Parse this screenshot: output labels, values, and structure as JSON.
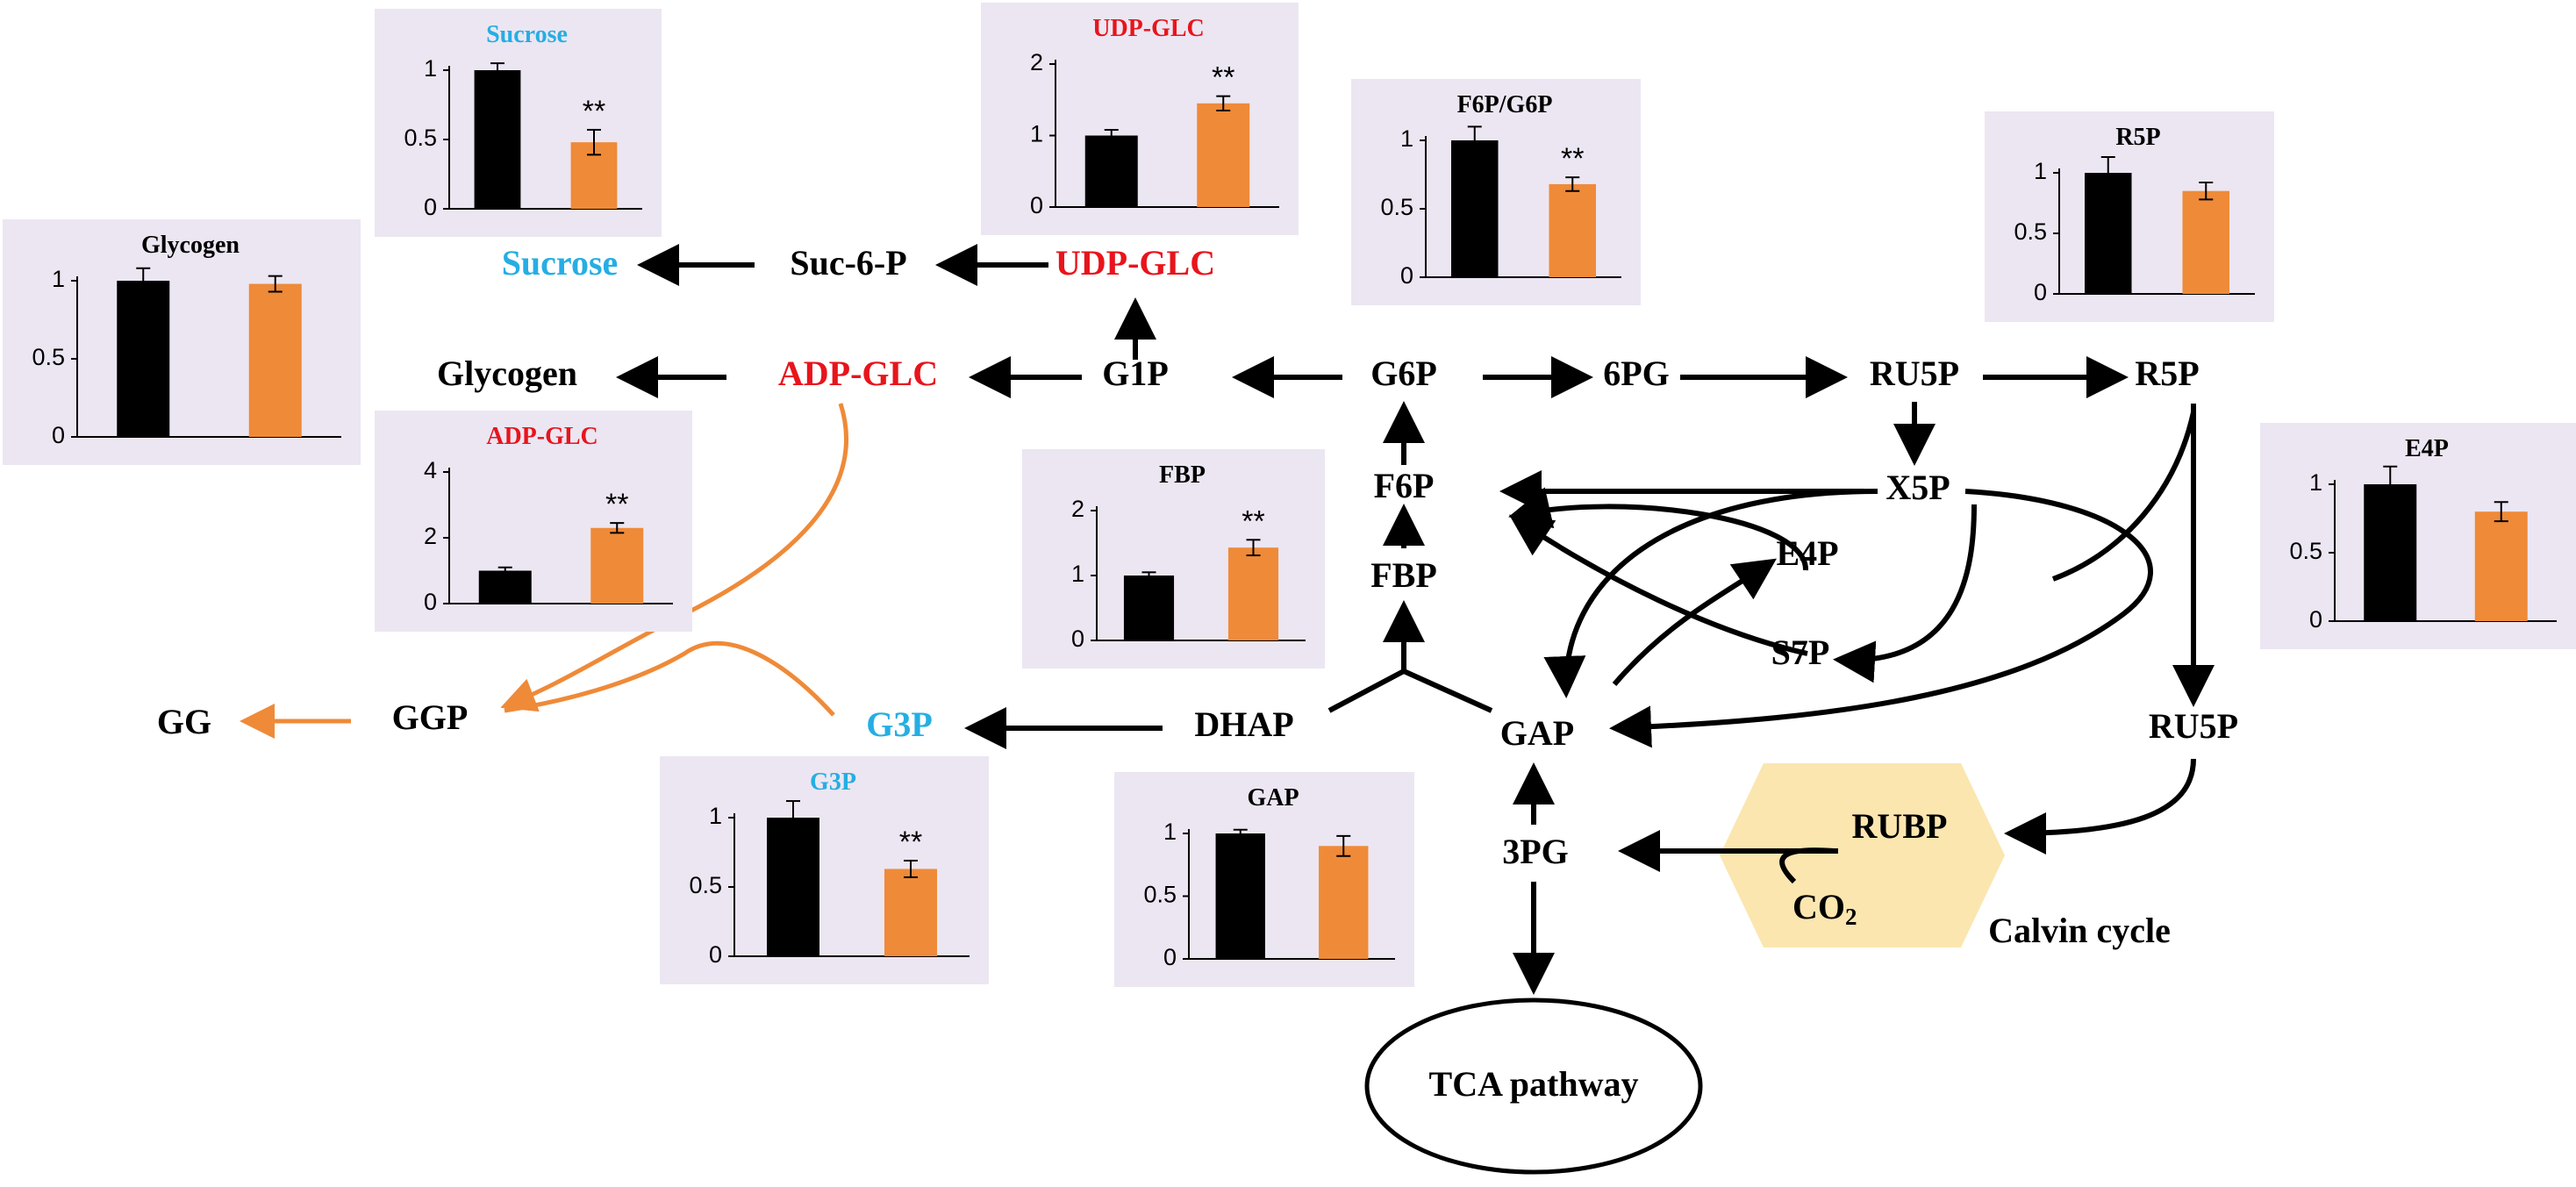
{
  "colors": {
    "panel_bg": "#ece6f2",
    "control_bar": "#000000",
    "treatment_bar": "#ef8a38",
    "red_highlight": "#e8141c",
    "blue_highlight": "#25aee3",
    "orange_pathway": "#ef8a38",
    "calvin_hex": "#fbe6b0",
    "arrow": "#000000"
  },
  "nodes": {
    "sucrose": "Sucrose",
    "suc6p": "Suc-6-P",
    "udpglc": "UDP-GLC",
    "glycogen": "Glycogen",
    "adpglc": "ADP-GLC",
    "g1p": "G1P",
    "g6p": "G6P",
    "pg6": "6PG",
    "ru5p_top": "RU5P",
    "r5p": "R5P",
    "f6p": "F6P",
    "x5p": "X5P",
    "e4p": "E4P",
    "fbp": "FBP",
    "s7p": "S7P",
    "gg": "GG",
    "ggp": "GGP",
    "g3p": "G3P",
    "dhap": "DHAP",
    "gap": "GAP",
    "ru5p_bottom": "RU5P",
    "pg3": "3PG",
    "rubp": "RUBP",
    "co2": "CO",
    "co2_sub": "2",
    "calvin": "Calvin cycle",
    "tca": "TCA pathway"
  },
  "chart_data": [
    {
      "id": "sucrose",
      "type": "bar",
      "title": "Sucrose",
      "title_color": "#25aee3",
      "ylim": [
        0,
        1
      ],
      "yticks": [
        "0",
        "0.5",
        "1"
      ],
      "values": [
        1.0,
        0.48
      ],
      "errors": [
        0.05,
        0.09
      ],
      "significance": [
        "",
        "**"
      ]
    },
    {
      "id": "udpglc",
      "type": "bar",
      "title": "UDP-GLC",
      "title_color": "#e8141c",
      "ylim": [
        0,
        2
      ],
      "yticks": [
        "0",
        "1",
        "2"
      ],
      "values": [
        1.0,
        1.45
      ],
      "errors": [
        0.08,
        0.1
      ],
      "significance": [
        "",
        "**"
      ]
    },
    {
      "id": "f6pg6p",
      "type": "bar",
      "title": "F6P/G6P",
      "title_color": "#000000",
      "ylim": [
        0,
        1
      ],
      "yticks": [
        "0",
        "0.5",
        "1"
      ],
      "values": [
        1.0,
        0.68
      ],
      "errors": [
        0.1,
        0.05
      ],
      "significance": [
        "",
        "**"
      ]
    },
    {
      "id": "r5p",
      "type": "bar",
      "title": "R5P",
      "title_color": "#000000",
      "ylim": [
        0,
        1
      ],
      "yticks": [
        "0",
        "0.5",
        "1"
      ],
      "values": [
        1.0,
        0.85
      ],
      "errors": [
        0.13,
        0.07
      ],
      "significance": [
        "",
        ""
      ]
    },
    {
      "id": "glycogen",
      "type": "bar",
      "title": "Glycogen",
      "title_color": "#000000",
      "ylim": [
        0,
        1
      ],
      "yticks": [
        "0",
        "0.5",
        "1"
      ],
      "values": [
        1.0,
        0.98
      ],
      "errors": [
        0.08,
        0.05
      ],
      "significance": [
        "",
        ""
      ]
    },
    {
      "id": "adpglc",
      "type": "bar",
      "title": "ADP-GLC",
      "title_color": "#e8141c",
      "ylim": [
        0,
        4
      ],
      "yticks": [
        "0",
        "2",
        "4"
      ],
      "values": [
        1.0,
        2.3
      ],
      "errors": [
        0.1,
        0.15
      ],
      "significance": [
        "",
        "**"
      ]
    },
    {
      "id": "fbp",
      "type": "bar",
      "title": "FBP",
      "title_color": "#000000",
      "ylim": [
        0,
        2
      ],
      "yticks": [
        "0",
        "1",
        "2"
      ],
      "values": [
        1.0,
        1.43
      ],
      "errors": [
        0.05,
        0.12
      ],
      "significance": [
        "",
        "**"
      ]
    },
    {
      "id": "e4p",
      "type": "bar",
      "title": "E4P",
      "title_color": "#000000",
      "ylim": [
        0,
        1
      ],
      "yticks": [
        "0",
        "0.5",
        "1"
      ],
      "values": [
        1.0,
        0.8
      ],
      "errors": [
        0.13,
        0.07
      ],
      "significance": [
        "",
        ""
      ]
    },
    {
      "id": "g3p",
      "type": "bar",
      "title": "G3P",
      "title_color": "#25aee3",
      "ylim": [
        0,
        1
      ],
      "yticks": [
        "0",
        "0.5",
        "1"
      ],
      "values": [
        1.0,
        0.63
      ],
      "errors": [
        0.12,
        0.06
      ],
      "significance": [
        "",
        "**"
      ]
    },
    {
      "id": "gap",
      "type": "bar",
      "title": "GAP",
      "title_color": "#000000",
      "ylim": [
        0,
        1
      ],
      "yticks": [
        "0",
        "0.5",
        "1"
      ],
      "values": [
        1.0,
        0.9
      ],
      "errors": [
        0.03,
        0.08
      ],
      "significance": [
        "",
        ""
      ]
    }
  ]
}
